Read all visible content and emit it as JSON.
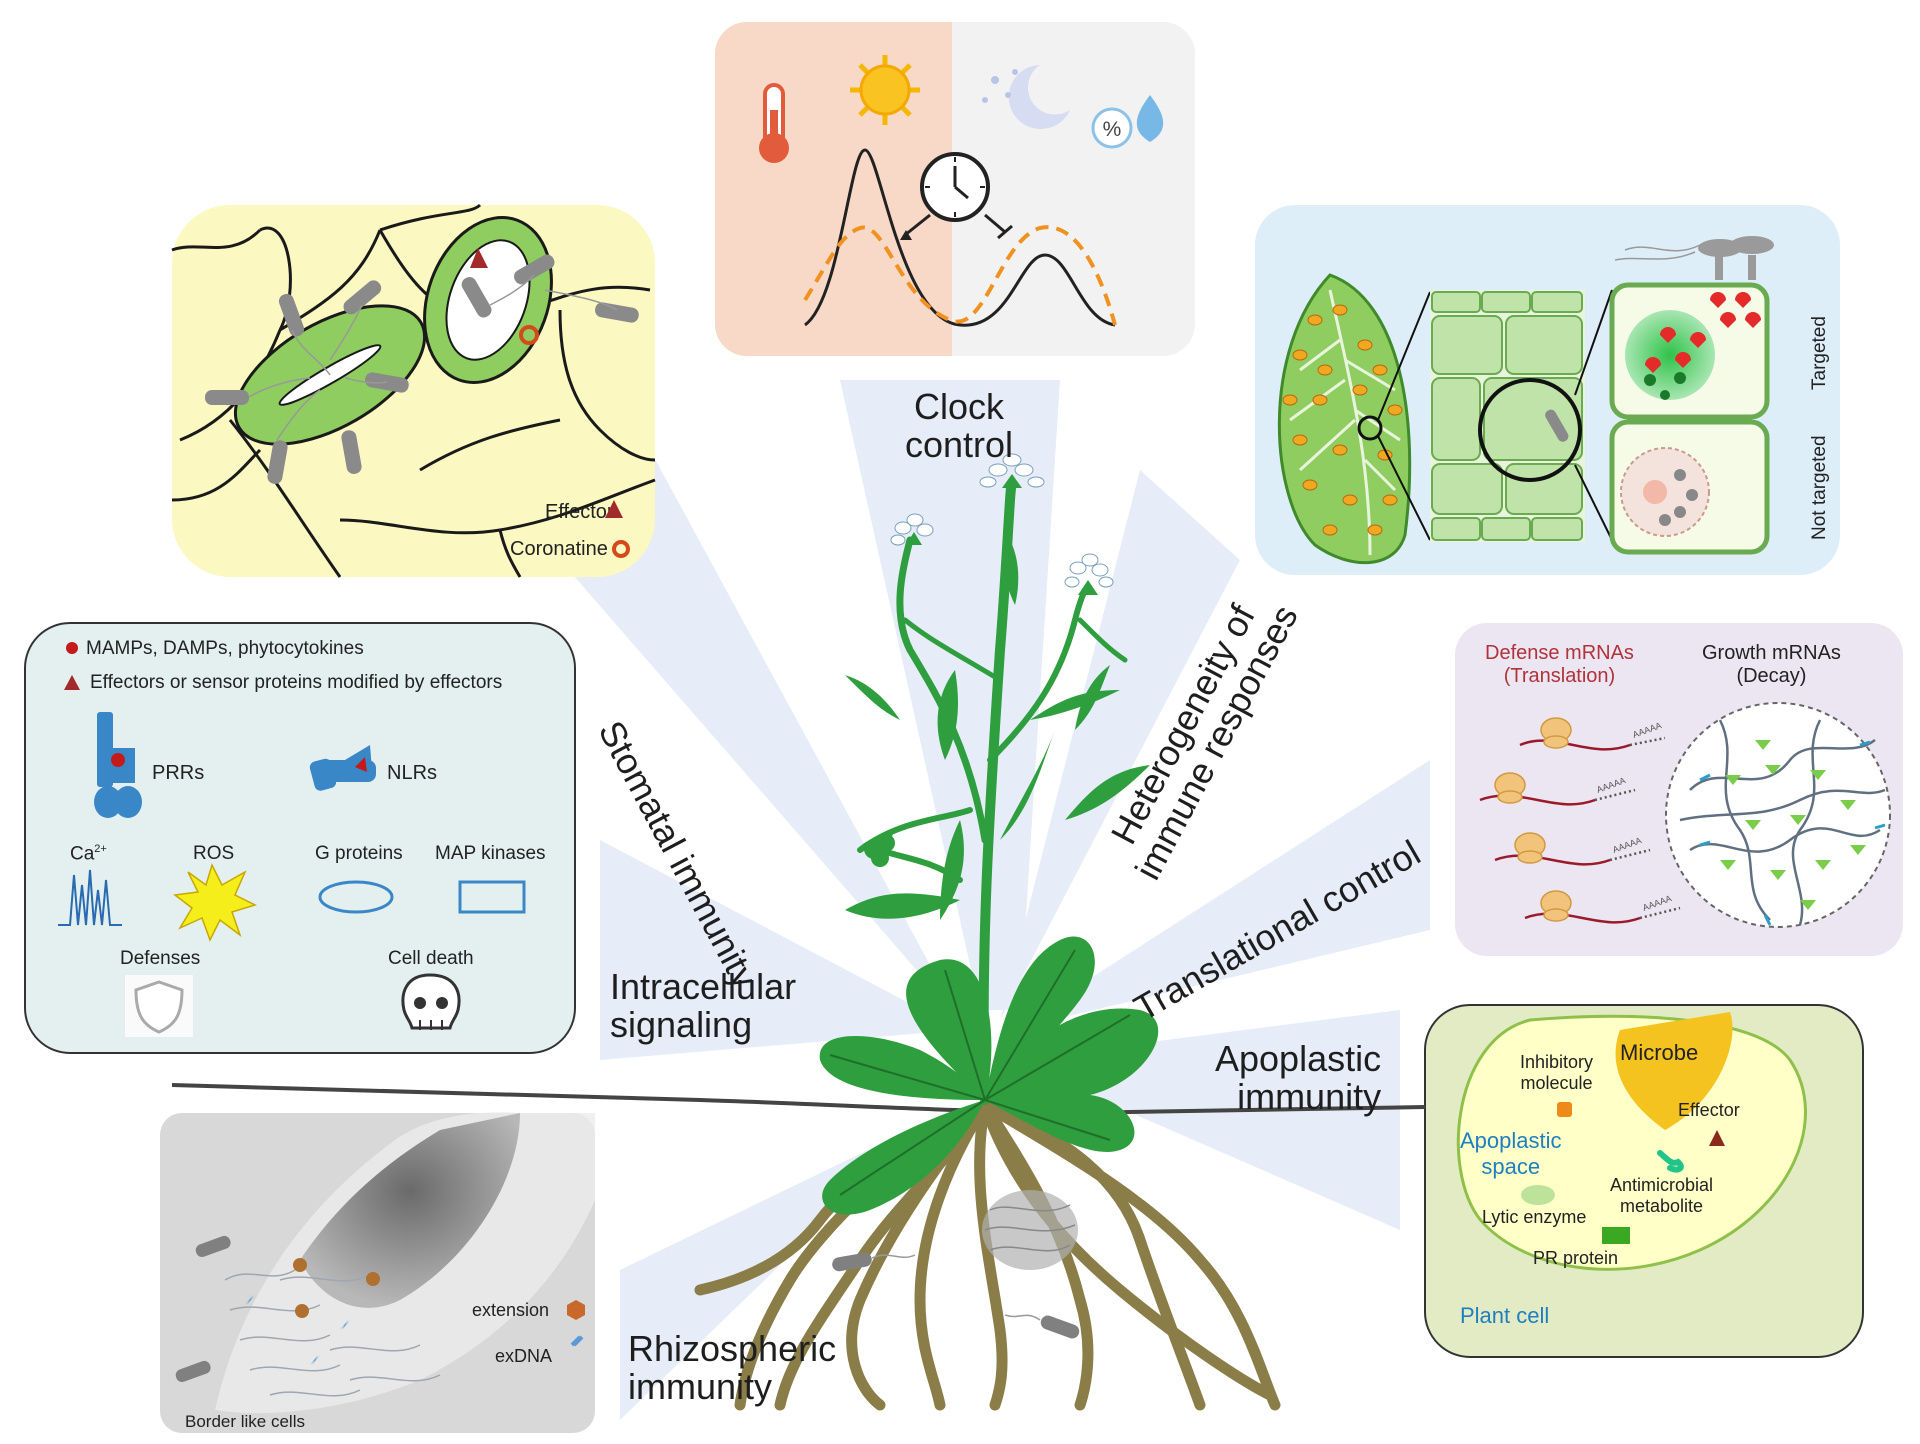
{
  "categories": {
    "clock": "Clock\ncontrol",
    "stomatal": "Stomatal immunity",
    "heterogeneity": "Heterogeneity of\nimmune responses",
    "intracellular": "Intracellular\nsignaling",
    "translational": "Translational control",
    "apoplastic": "Apoplastic\nimmunity",
    "rhizospheric": "Rhizospheric\nimmunity"
  },
  "stomata_panel": {
    "effector": "Effector",
    "coronatine": "Coronatine"
  },
  "heterogeneity_panel": {
    "targeted": "Targeted",
    "not_targeted": "Not targeted"
  },
  "clock_panel": {
    "humidity_symbol": "%"
  },
  "legend_panel": {
    "mamps": "MAMPs, DAMPs, phytocytokines",
    "effectors": "Effectors or sensor proteins modified by effectors",
    "prrs": "PRRs",
    "nlrs": "NLRs",
    "ca": "Ca",
    "ca_sup": "2+",
    "ros": "ROS",
    "g_proteins": "G proteins",
    "map_kinases": "MAP kinases",
    "defenses": "Defenses",
    "cell_death": "Cell death"
  },
  "translation_panel": {
    "defense_title": "Defense mRNAs\n(Translation)",
    "growth_title": "Growth mRNAs\n(Decay)",
    "polya": "AAAAA"
  },
  "apoplast_panel": {
    "microbe": "Microbe",
    "inhibitory": "Inhibitory\nmolecule",
    "effector": "Effector",
    "space": "Apoplastic\nspace",
    "antimicrobial": "Antimicrobial\nmetabolite",
    "lytic": "Lytic enzyme",
    "pr": "PR protein",
    "plant_cell": "Plant cell"
  },
  "root_panel": {
    "extension": "extension",
    "exdna": "exDNA",
    "border": "Border like cells"
  },
  "colors": {
    "plant_green": "#2e9e3e",
    "root_brown": "#8a7d48",
    "accent_red": "#b0323a",
    "accent_blue": "#1f7fc0"
  }
}
